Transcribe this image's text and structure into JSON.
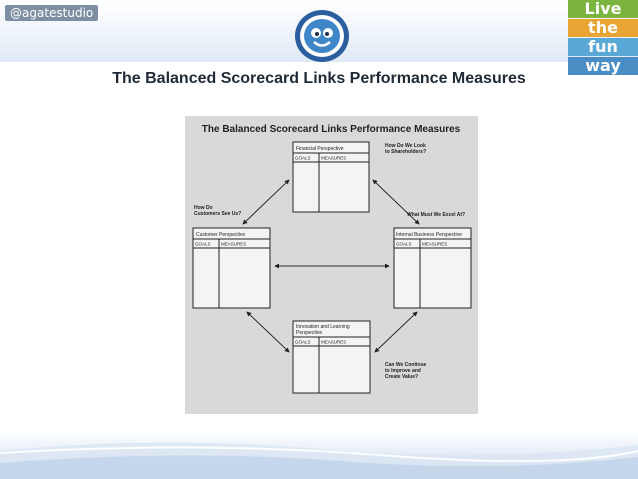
{
  "header": {
    "handle": "@agatestudio"
  },
  "brand": {
    "lines": [
      "Live",
      "the",
      "fun",
      "way"
    ]
  },
  "slide": {
    "title": "The Balanced Scorecard Links Performance Measures"
  },
  "figure": {
    "title": "The Balanced Scorecard Links Performance Measures",
    "boxes": {
      "financial": "Financial Perspective",
      "customer": "Customer Perspective",
      "internal": "Internal Business Perspective",
      "learning_line1": "Innovation and Learning",
      "learning_line2": "Perspective"
    },
    "col_goals": "GOALS",
    "col_measures": "MEASURES",
    "questions": {
      "shareholders_line1": "How Do We Look",
      "shareholders_line2": "to Shareholders?",
      "customers_line1": "How Do",
      "customers_line2": "Customers See Us?",
      "excel": "What Must We Excel At?",
      "improve_line1": "Can We Continue",
      "improve_line2": "to Improve and",
      "improve_line3": "Create Value?"
    }
  }
}
